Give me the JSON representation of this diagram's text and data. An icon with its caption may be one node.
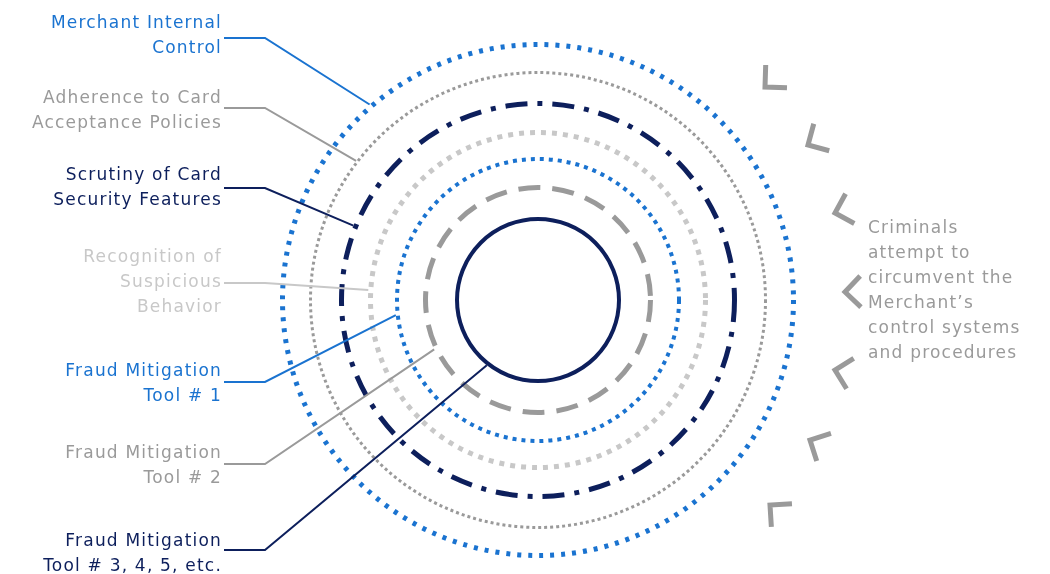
{
  "diagram": {
    "nodes": [
      {
        "text": [],
        "shape": "circle"
      },
      {
        "text": [],
        "shape": "circle",
        "in": 0
      },
      {
        "text": [],
        "shape": "circle",
        "in": 1
      },
      {
        "text": [],
        "shape": "circle",
        "in": 2
      },
      {
        "text": [],
        "shape": "circle",
        "in": 3
      },
      {
        "text": [],
        "shape": "circle",
        "in": 4
      },
      {
        "text": [],
        "shape": "circle",
        "in": 5
      },
      {
        "text": [
          "Merchant Internal Control"
        ]
      },
      {
        "text": [
          "Adherence to Card Acceptance Policies"
        ]
      },
      {
        "text": [
          "Scrutiny of Card Security Features"
        ]
      },
      {
        "text": [
          "Recognition of Suspicious Behavior"
        ]
      },
      {
        "text": [
          "Fraud Mitigation Tool # 1"
        ]
      },
      {
        "text": [
          "Fraud Mitigation Tool # 2"
        ]
      },
      {
        "text": [
          "Fraud Mitigation Tool # 3, 4, 5, etc."
        ]
      }
    ],
    "edges": [
      {
        "from": 7,
        "to": 0,
        "arrow": "none",
        "color": "#1a73d0"
      },
      {
        "from": 8,
        "to": 1,
        "arrow": "none",
        "color": "#9a9a9a"
      },
      {
        "from": 9,
        "to": 2,
        "arrow": "none",
        "color": "#0d1f5c"
      },
      {
        "from": 10,
        "to": 3,
        "arrow": "none",
        "color": "#c8c8c8"
      },
      {
        "from": 11,
        "to": 4,
        "arrow": "none",
        "color": "#1a73d0"
      },
      {
        "from": 12,
        "to": 5,
        "arrow": "none",
        "color": "#9a9a9a"
      },
      {
        "from": 13,
        "to": 6,
        "arrow": "none",
        "color": "#0d1f5c"
      }
    ],
    "labels": [
      "Criminals attempt to circumvent the Merchant’s control systems and procedures"
    ]
  }
}
